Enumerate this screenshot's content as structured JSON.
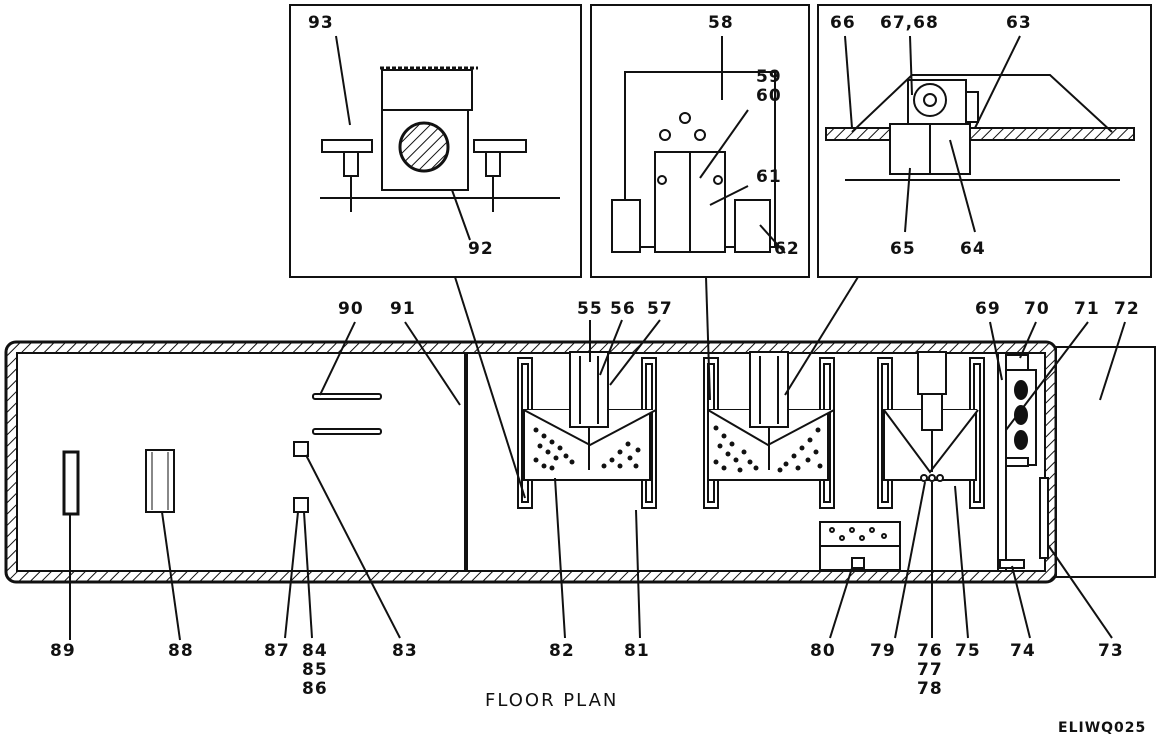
{
  "figure": {
    "caption": "FLOOR PLAN",
    "code": "ELIWQ025",
    "colors": {
      "ink": "#111111",
      "paper": "#ffffff"
    }
  },
  "inset_left": {
    "labels": [
      "93",
      "92"
    ]
  },
  "inset_center": {
    "labels": [
      "58",
      "59\n60",
      "61",
      "62"
    ]
  },
  "inset_right": {
    "labels": [
      "66",
      "67,68",
      "63",
      "65",
      "64"
    ]
  },
  "callouts_top": [
    "90",
    "91",
    "55",
    "56",
    "57",
    "69",
    "70",
    "71",
    "72"
  ],
  "callouts_bottom": [
    "89",
    "88",
    "87",
    "84\n85\n86",
    "83",
    "82",
    "81",
    "80",
    "79",
    "76\n77\n78",
    "75",
    "74",
    "73"
  ]
}
